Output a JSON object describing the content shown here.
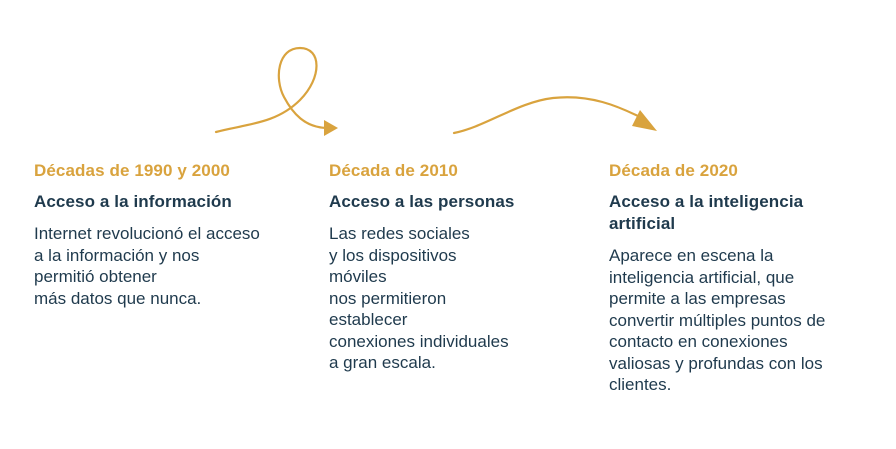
{
  "colors": {
    "accent": "#D9A33E",
    "text": "#1F3A4D"
  },
  "columns": [
    {
      "era": "Décadas de 1990 y 2000",
      "title_lines": [
        "Acceso a la información"
      ],
      "body_lines": [
        "Internet revolucionó el acceso",
        "a la información y nos",
        "permitió obtener",
        "más datos que nunca."
      ]
    },
    {
      "era": "Década de 2010",
      "title_lines": [
        "Acceso a las personas"
      ],
      "body_lines": [
        "Las redes sociales",
        "y los dispositivos",
        "móviles",
        "nos permitieron",
        "establecer",
        "conexiones individuales",
        "a gran escala."
      ]
    },
    {
      "era": "Década de 2020",
      "title_lines": [
        "Acceso a la inteligencia",
        "artificial"
      ],
      "body_lines": [
        "Aparece en escena la",
        "inteligencia artificial, que",
        "permite a las empresas",
        "convertir múltiples puntos de",
        "contacto en conexiones",
        "valiosas y profundas con los",
        "clientes."
      ]
    }
  ]
}
